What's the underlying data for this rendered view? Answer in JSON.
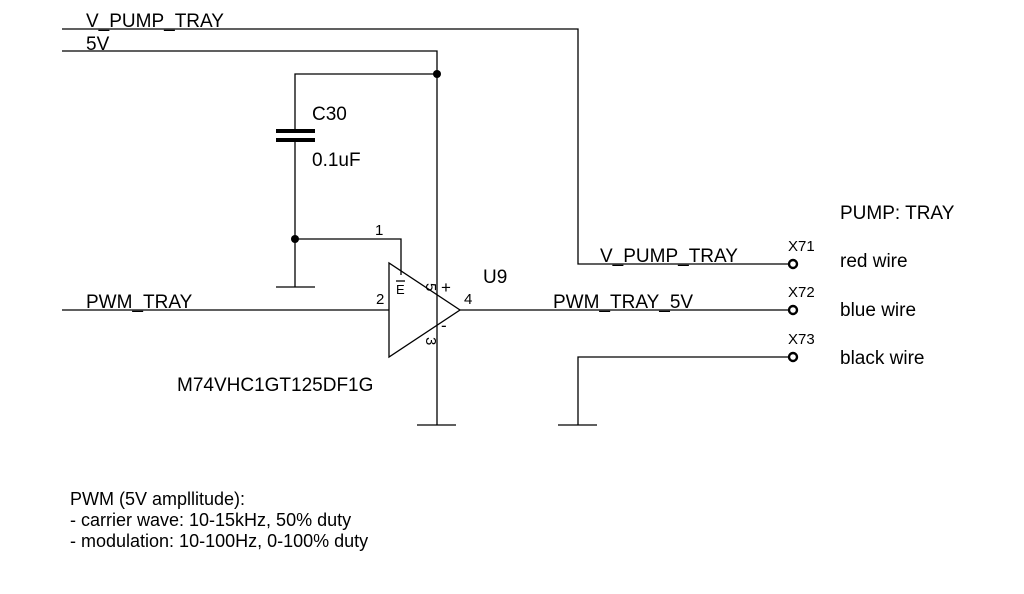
{
  "nets": {
    "v_pump_tray_top": "V_PUMP_TRAY",
    "five_v": "5V",
    "pwm_tray": "PWM_TRAY",
    "v_pump_tray_right": "V_PUMP_TRAY",
    "pwm_tray_5v": "PWM_TRAY_5V"
  },
  "capacitor": {
    "ref": "C30",
    "value": "0.1uF"
  },
  "buffer": {
    "ref": "U9",
    "part": "M74VHC1GT125DF1G",
    "pin_oe": "1",
    "pin_in": "2",
    "pin_gnd": "3",
    "pin_out": "4",
    "pin_vcc": "5",
    "oe_symbol": "E",
    "plus": "+",
    "minus": "-"
  },
  "connector": {
    "title": "PUMP: TRAY",
    "pins": [
      {
        "ref": "X71",
        "label": "red wire"
      },
      {
        "ref": "X72",
        "label": "blue wire"
      },
      {
        "ref": "X73",
        "label": "black wire"
      }
    ]
  },
  "notes": [
    "PWM (5V ampllitude):",
    "- carrier wave: 10-15kHz, 50% duty",
    "- modulation: 10-100Hz, 0-100% duty"
  ]
}
